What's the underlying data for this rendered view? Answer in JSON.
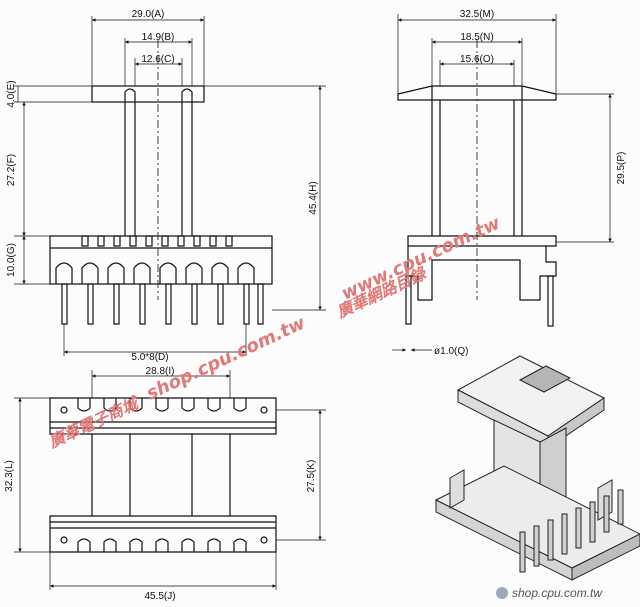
{
  "dimensions": {
    "A": "29.0(A)",
    "B": "14.9(B)",
    "C": "12.6(C)",
    "D": "5.0*8(D)",
    "E": "4.0(E)",
    "F": "27.2(F)",
    "G": "10.0(G)",
    "H": "45.4(H)",
    "I": "28.8(I)",
    "J": "45.5(J)",
    "K": "27.5(K)",
    "L": "32.3(L)",
    "M": "32.5(M)",
    "N": "18.5(N)",
    "O": "15.6(O)",
    "P": "29.5(P)",
    "Q": "ø1.0(Q)"
  },
  "watermark": {
    "text1": "www.cpu.com.tw",
    "text2": "廣華網路目錄",
    "text3": "shop.cpu.com.tw",
    "text4": "廣華電子商城",
    "color": "#e07a7a"
  },
  "footer": {
    "site": "shop.cpu.com.tw"
  }
}
